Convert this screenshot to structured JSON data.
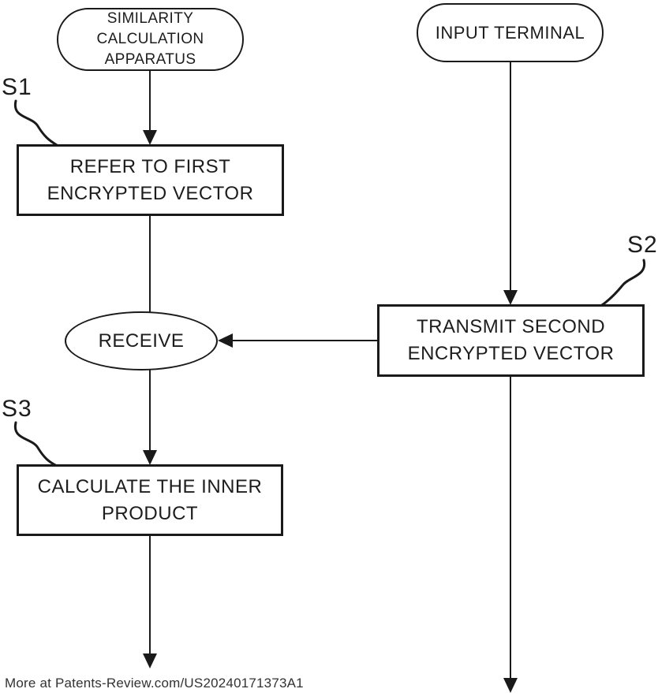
{
  "diagram": {
    "title_implicit": "Patent flowchart",
    "nodes": {
      "similarity_apparatus": {
        "type": "terminator",
        "lines": [
          "SIMILARITY",
          "CALCULATION",
          "APPARATUS"
        ]
      },
      "input_terminal": {
        "type": "terminator",
        "lines": [
          "INPUT TERMINAL"
        ]
      },
      "refer_first": {
        "type": "process",
        "step": "S1",
        "lines": [
          "REFER TO FIRST",
          "ENCRYPTED VECTOR"
        ]
      },
      "receive": {
        "type": "ellipse",
        "lines": [
          "RECEIVE"
        ]
      },
      "transmit_second": {
        "type": "process",
        "step": "S2",
        "lines": [
          "TRANSMIT SECOND",
          "ENCRYPTED VECTOR"
        ]
      },
      "calculate_inner": {
        "type": "process",
        "step": "S3",
        "lines": [
          "CALCULATE THE INNER",
          "PRODUCT"
        ]
      }
    },
    "edges": [
      {
        "from": "similarity_apparatus",
        "to": "refer_first",
        "arrowhead": true
      },
      {
        "from": "refer_first",
        "to": "receive",
        "arrowhead": false
      },
      {
        "from": "receive",
        "to": "calculate_inner",
        "arrowhead": true
      },
      {
        "from": "calculate_inner",
        "to": "off-page-bottom-left",
        "arrowhead": true
      },
      {
        "from": "input_terminal",
        "to": "transmit_second",
        "arrowhead": true
      },
      {
        "from": "transmit_second",
        "to": "receive",
        "arrowhead": true
      },
      {
        "from": "transmit_second",
        "to": "off-page-bottom-right",
        "arrowhead": true
      }
    ],
    "colors": {
      "line": "#1a1a1a",
      "text": "#1d1d1d",
      "footer_text": "#333333",
      "background": "#ffffff"
    }
  },
  "footer": {
    "text": "More at Patents-Review.com/US20240171373A1"
  }
}
